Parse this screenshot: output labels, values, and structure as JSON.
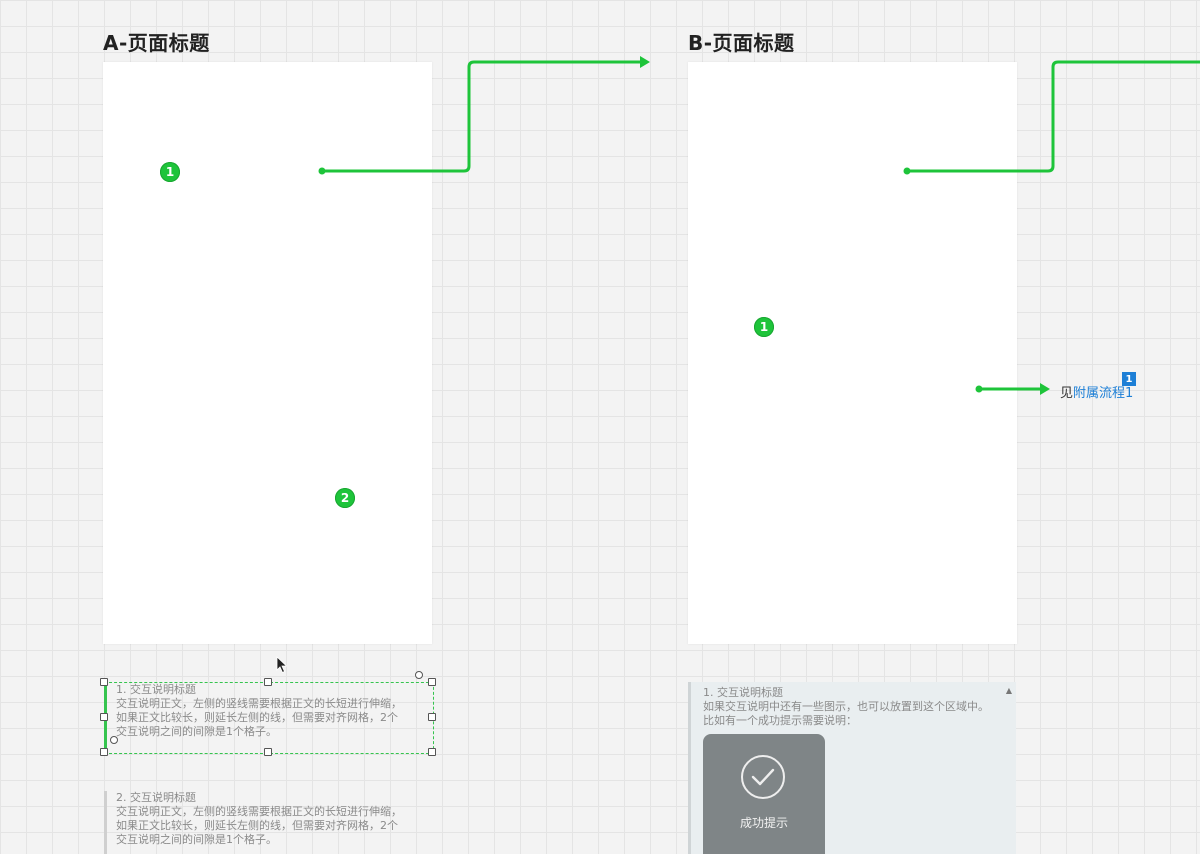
{
  "pages": {
    "a": {
      "title": "A-页面标题"
    },
    "b": {
      "title": "B-页面标题"
    }
  },
  "markers": {
    "a1": "1",
    "a2": "2",
    "b1": "1"
  },
  "link": {
    "prefix": "见",
    "label": "附属流程1",
    "footnote": "1"
  },
  "notes": {
    "a1": {
      "title": "1. 交互说明标题",
      "line1": "交互说明正文，左侧的竖线需要根据正文的长短进行伸缩，",
      "line2": "如果正文比较长，则延长左侧的线，但需要对齐网格，2个",
      "line3": "交互说明之间的间隙是1个格子。"
    },
    "a2": {
      "title": "2. 交互说明标题",
      "line1": "交互说明正文，左侧的竖线需要根据正文的长短进行伸缩，",
      "line2": "如果正文比较长，则延长左侧的线，但需要对齐网格，2个",
      "line3": "交互说明之间的间隙是1个格子。"
    },
    "b1": {
      "title": "1. 交互说明标题",
      "line1": "如果交互说明中还有一些图示，也可以放置到这个区域中。",
      "line2": "比如有一个成功提示需要说明："
    }
  },
  "toast": {
    "text": "成功提示",
    "icon": "check-circle-icon"
  },
  "colors": {
    "flow": "#1ec43a",
    "link": "#1d7fd6",
    "toast": "#7f8587"
  }
}
